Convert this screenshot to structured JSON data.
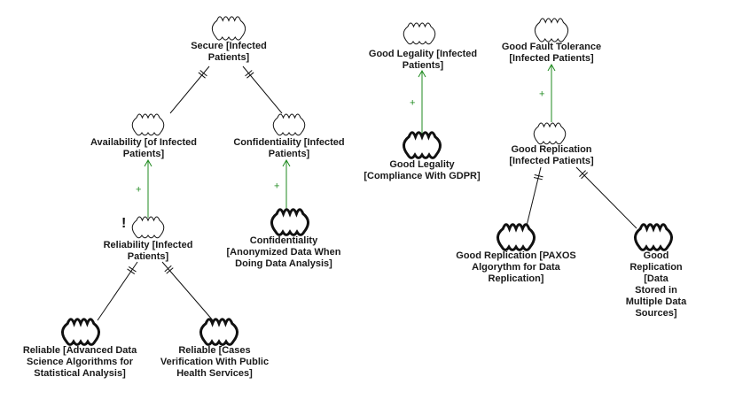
{
  "nodes": [
    {
      "id": "secure",
      "label": "Secure [Infected\nPatients]",
      "kind": "softgoal"
    },
    {
      "id": "availability",
      "label": "Availability [of Infected\nPatients]",
      "kind": "softgoal"
    },
    {
      "id": "confidentiality",
      "label": "Confidentiality [Infected\nPatients]",
      "kind": "softgoal"
    },
    {
      "id": "conf_anon",
      "label": "Confidentiality\n[Anonymized Data When\nDoing Data Analysis]",
      "kind": "operationalization"
    },
    {
      "id": "reliability",
      "label": "Reliability [Infected\nPatients]",
      "kind": "softgoal",
      "flag": "!"
    },
    {
      "id": "rel_adv",
      "label": "Reliable [Advanced Data\nScience Algorithms for\nStatistical Analysis]",
      "kind": "operationalization"
    },
    {
      "id": "rel_cases",
      "label": "Reliable [Cases\nVerification With Public\nHealth Services]",
      "kind": "operationalization"
    },
    {
      "id": "legality",
      "label": "Good Legality [Infected\nPatients]",
      "kind": "softgoal"
    },
    {
      "id": "legality_gdpr",
      "label": "Good Legality\n[Compliance With GDPR]",
      "kind": "operationalization"
    },
    {
      "id": "fault",
      "label": "Good Fault Tolerance\n[Infected Patients]",
      "kind": "softgoal"
    },
    {
      "id": "replication",
      "label": "Good Replication\n[Infected Patients]",
      "kind": "softgoal"
    },
    {
      "id": "rep_paxos",
      "label": "Good Replication [PAXOS\nAlgorythm for Data\nReplication]",
      "kind": "operationalization"
    },
    {
      "id": "rep_multi",
      "label": "Good Replication [Data\nStored in Multiple Data\nSources]",
      "kind": "operationalization"
    }
  ],
  "links": [
    {
      "from": "availability",
      "to": "secure",
      "type": "and"
    },
    {
      "from": "confidentiality",
      "to": "secure",
      "type": "and"
    },
    {
      "from": "reliability",
      "to": "availability",
      "type": "contribution",
      "label": "+"
    },
    {
      "from": "conf_anon",
      "to": "confidentiality",
      "type": "contribution",
      "label": "+"
    },
    {
      "from": "rel_adv",
      "to": "reliability",
      "type": "and"
    },
    {
      "from": "rel_cases",
      "to": "reliability",
      "type": "and"
    },
    {
      "from": "legality_gdpr",
      "to": "legality",
      "type": "contribution",
      "label": "+"
    },
    {
      "from": "replication",
      "to": "fault",
      "type": "contribution",
      "label": "+"
    },
    {
      "from": "rep_paxos",
      "to": "replication",
      "type": "and"
    },
    {
      "from": "rep_multi",
      "to": "replication",
      "type": "and"
    }
  ],
  "colors": {
    "line": "#111111",
    "contribution": "#1f8a1f",
    "cloud_fill": "#ffffff",
    "cloud_stroke": "#111111"
  }
}
